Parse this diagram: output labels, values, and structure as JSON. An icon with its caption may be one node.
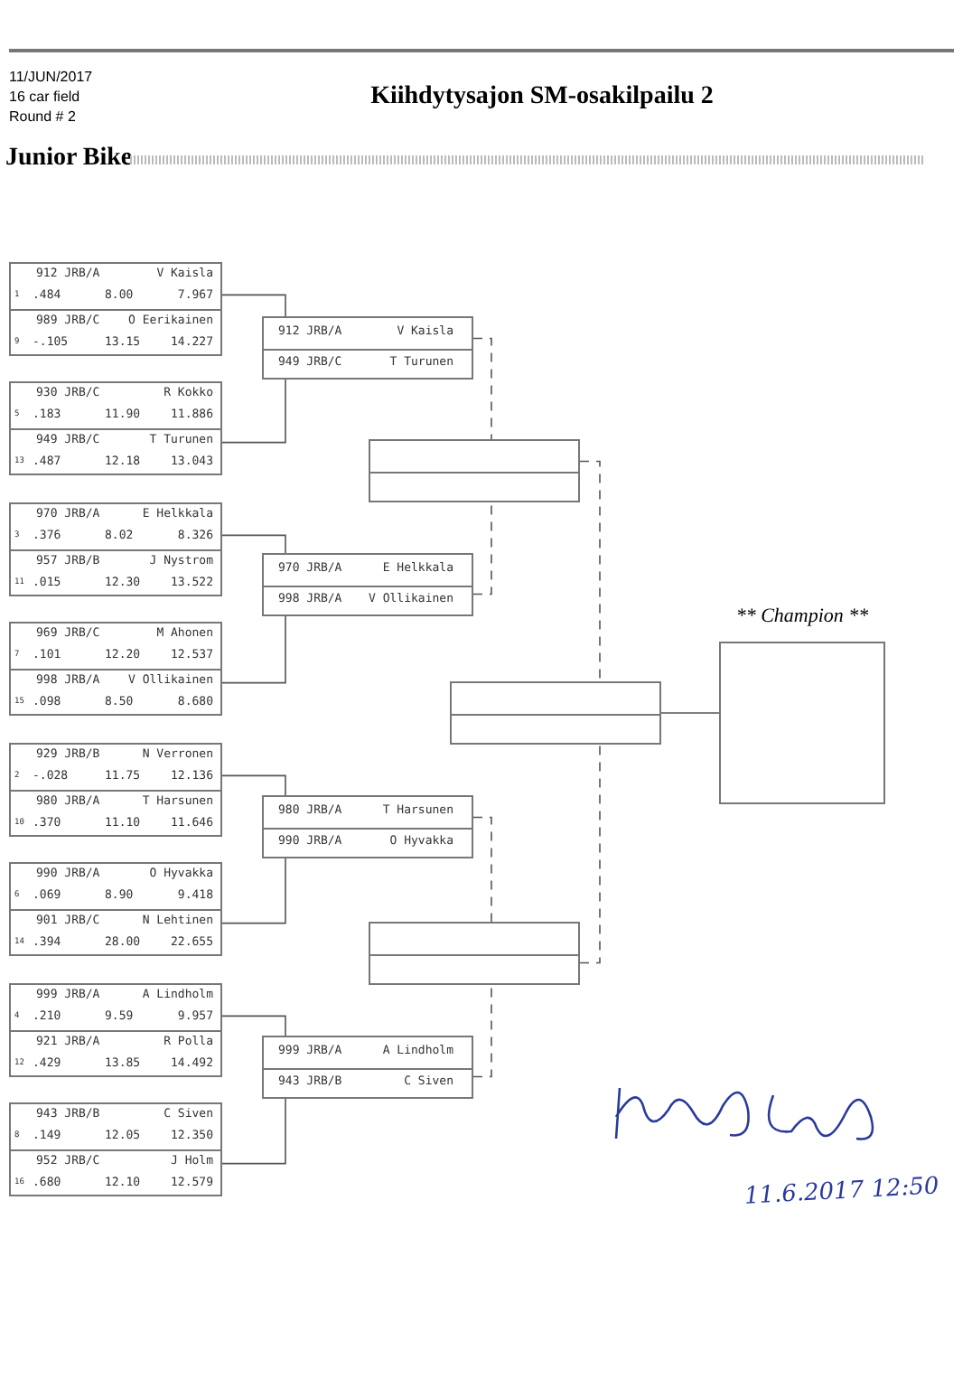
{
  "diagram": {
    "title": "Kiihdytysajon SM-osakilpailu 2",
    "nodes": [
      {
        "text": [
          "912 JRB/A",
          "V Kaisla",
          "1",
          ".484",
          "8.00",
          "7.967",
          "989 JRB/C",
          "O Eerikainen",
          "9",
          "-.105",
          "13.15",
          "14.227"
        ]
      },
      {
        "text": [
          "930 JRB/C",
          "R Kokko",
          "5",
          ".183",
          "11.90",
          "11.886",
          "949 JRB/C",
          "T Turunen",
          "13",
          ".487",
          "12.18",
          "13.043"
        ]
      },
      {
        "text": [
          "970 JRB/A",
          "E Helkkala",
          "3",
          ".376",
          "8.02",
          "8.326",
          "957 JRB/B",
          "J Nystrom",
          "11",
          ".015",
          "12.30",
          "13.522"
        ]
      },
      {
        "text": [
          "969 JRB/C",
          "M Ahonen",
          "7",
          ".101",
          "12.20",
          "12.537",
          "998 JRB/A",
          "V Ollikainen",
          "15",
          ".098",
          "8.50",
          "8.680"
        ]
      },
      {
        "text": [
          "929 JRB/B",
          "N Verronen",
          "2",
          "-.028",
          "11.75",
          "12.136",
          "980 JRB/A",
          "T Harsunen",
          "10",
          ".370",
          "11.10",
          "11.646"
        ]
      },
      {
        "text": [
          "990 JRB/A",
          "O Hyvakka",
          "6",
          ".069",
          "8.90",
          "9.418",
          "901 JRB/C",
          "N Lehtinen",
          "14",
          ".394",
          "28.00",
          "22.655"
        ]
      },
      {
        "text": [
          "999 JRB/A",
          "A Lindholm",
          "4",
          ".210",
          "9.59",
          "9.957",
          "921 JRB/A",
          "R Polla",
          "12",
          ".429",
          "13.85",
          "14.492"
        ]
      },
      {
        "text": [
          "943 JRB/B",
          "C Siven",
          "8",
          ".149",
          "12.05",
          "12.350",
          "952 JRB/C",
          "J Holm",
          "16",
          ".680",
          "12.10",
          "12.579"
        ]
      },
      {
        "text": [
          "912 JRB/A",
          "V Kaisla",
          "949 JRB/C",
          "T Turunen"
        ]
      },
      {
        "text": [
          "970 JRB/A",
          "E Helkkala",
          "998 JRB/A",
          "V Ollikainen"
        ]
      },
      {
        "text": [
          "980 JRB/A",
          "T Harsunen",
          "990 JRB/A",
          "O Hyvakka"
        ]
      },
      {
        "text": [
          "999 JRB/A",
          "A Lindholm",
          "943 JRB/B",
          "C Siven"
        ]
      },
      {
        "text": [],
        "shape": "box"
      },
      {
        "text": [],
        "shape": "box"
      },
      {
        "text": [],
        "shape": "box"
      },
      {
        "text": [
          "** Champion **"
        ]
      }
    ],
    "edges": [
      {
        "from": 0,
        "to": 8,
        "arrow": "none"
      },
      {
        "from": 1,
        "to": 8,
        "arrow": "none"
      },
      {
        "from": 2,
        "to": 9,
        "arrow": "none"
      },
      {
        "from": 3,
        "to": 9,
        "arrow": "none"
      },
      {
        "from": 4,
        "to": 10,
        "arrow": "none"
      },
      {
        "from": 5,
        "to": 10,
        "arrow": "none"
      },
      {
        "from": 6,
        "to": 11,
        "arrow": "none"
      },
      {
        "from": 7,
        "to": 11,
        "arrow": "none"
      },
      {
        "from": 8,
        "to": 12,
        "arrow": "none",
        "style": "dashed"
      },
      {
        "from": 9,
        "to": 12,
        "arrow": "none",
        "style": "dashed"
      },
      {
        "from": 10,
        "to": 14,
        "arrow": "none",
        "style": "dashed"
      },
      {
        "from": 11,
        "to": 14,
        "arrow": "none",
        "style": "dashed"
      },
      {
        "from": 12,
        "to": 13,
        "arrow": "none",
        "style": "dashed"
      },
      {
        "from": 14,
        "to": 13,
        "arrow": "none",
        "style": "dashed"
      },
      {
        "from": 13,
        "to": 15,
        "arrow": "none"
      }
    ],
    "labels": [
      "11/JUN/2017",
      "16 car field",
      "Round # 2",
      "Junior Bike",
      "11.6.2017 12:50"
    ]
  }
}
